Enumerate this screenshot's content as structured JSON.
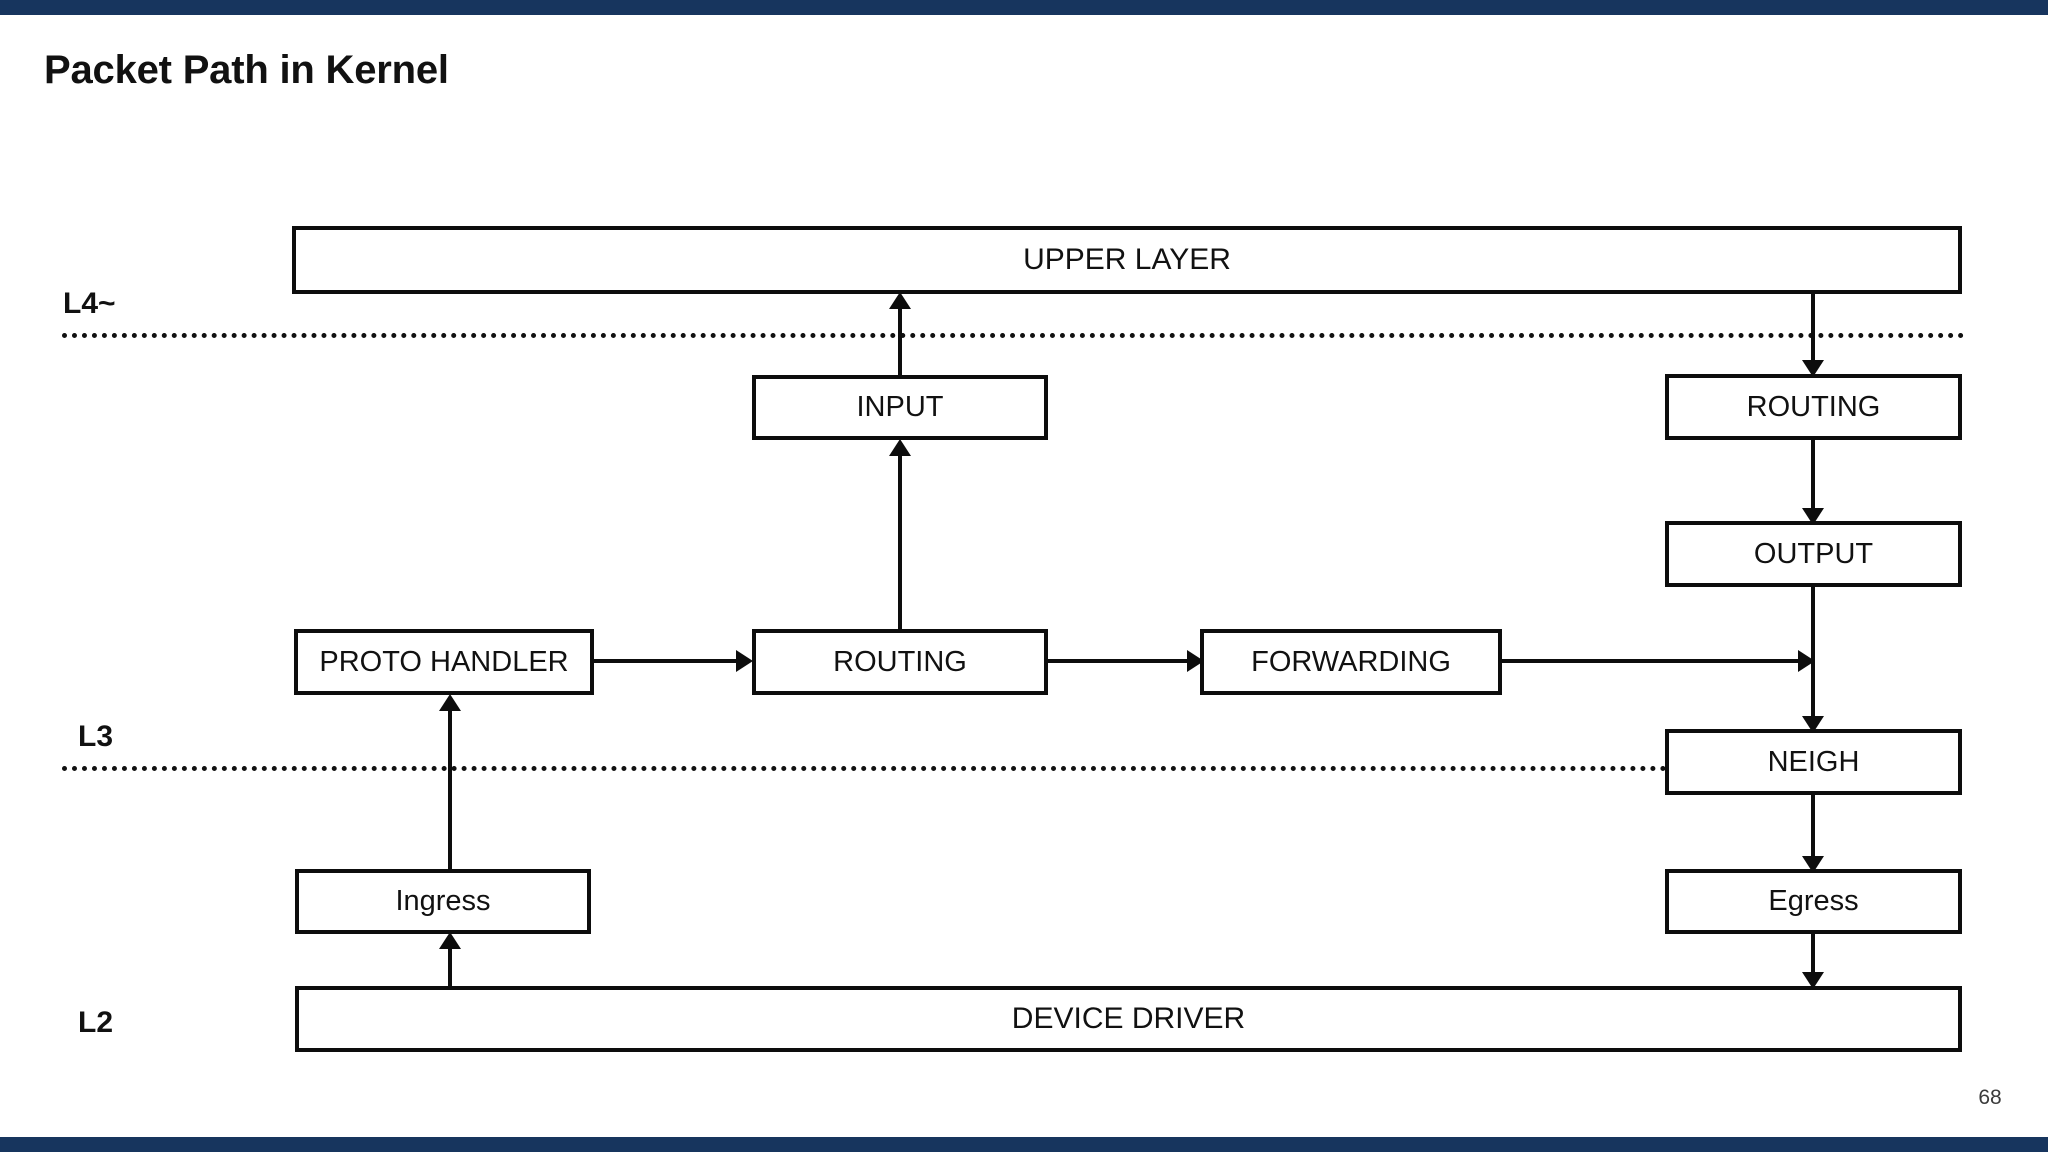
{
  "slide": {
    "title": "Packet Path in Kernel",
    "page_number": "68",
    "accent_color": "#17355e",
    "line_color": "#0d0d0d",
    "background": "#ffffff"
  },
  "layers": [
    {
      "id": "l4",
      "label": "L4~"
    },
    {
      "id": "l3",
      "label": "L3"
    },
    {
      "id": "l2",
      "label": "L2"
    }
  ],
  "nodes": [
    {
      "id": "upper_layer",
      "label": "UPPER LAYER",
      "layer": "above-l4"
    },
    {
      "id": "input",
      "label": "INPUT",
      "layer": "l3"
    },
    {
      "id": "routing_out",
      "label": "ROUTING",
      "layer": "l3"
    },
    {
      "id": "output",
      "label": "OUTPUT",
      "layer": "l3"
    },
    {
      "id": "proto_handler",
      "label": "PROTO HANDLER",
      "layer": "l3"
    },
    {
      "id": "routing_in",
      "label": "ROUTING",
      "layer": "l3"
    },
    {
      "id": "forwarding",
      "label": "FORWARDING",
      "layer": "l3"
    },
    {
      "id": "neigh",
      "label": "NEIGH",
      "layer": "l2"
    },
    {
      "id": "ingress",
      "label": "Ingress",
      "layer": "l2"
    },
    {
      "id": "egress",
      "label": "Egress",
      "layer": "l2"
    },
    {
      "id": "device_driver",
      "label": "DEVICE DRIVER",
      "layer": "l2"
    }
  ],
  "edges": [
    {
      "from": "device_driver",
      "to": "ingress",
      "direction": "up"
    },
    {
      "from": "ingress",
      "to": "proto_handler",
      "direction": "up"
    },
    {
      "from": "proto_handler",
      "to": "routing_in",
      "direction": "right"
    },
    {
      "from": "routing_in",
      "to": "input",
      "direction": "up"
    },
    {
      "from": "input",
      "to": "upper_layer",
      "direction": "up"
    },
    {
      "from": "routing_in",
      "to": "forwarding",
      "direction": "right"
    },
    {
      "from": "forwarding",
      "to": "neigh",
      "direction": "right-down"
    },
    {
      "from": "upper_layer",
      "to": "routing_out",
      "direction": "down"
    },
    {
      "from": "routing_out",
      "to": "output",
      "direction": "down"
    },
    {
      "from": "output",
      "to": "neigh",
      "direction": "down"
    },
    {
      "from": "neigh",
      "to": "egress",
      "direction": "down"
    },
    {
      "from": "egress",
      "to": "device_driver",
      "direction": "down"
    }
  ]
}
